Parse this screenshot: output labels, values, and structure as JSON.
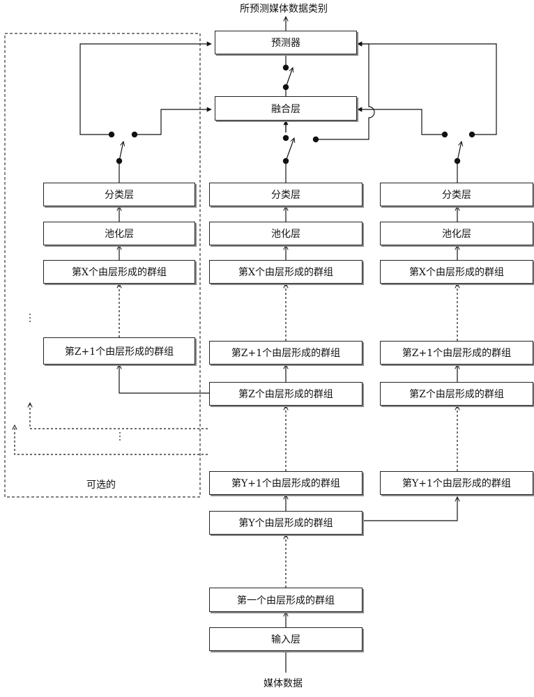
{
  "top_output_label": "所预测媒体数据类别",
  "bottom_input_label": "媒体数据",
  "optional_label": "可选的",
  "center": {
    "predictor": "预测器",
    "fusion": "融合层",
    "classification": "分类层",
    "pooling": "池化层",
    "group_x": "第X个由层形成的群组",
    "group_z1": "第Z+1个由层形成的群组",
    "group_z": "第Z个由层形成的群组",
    "group_y1": "第Y+1个由层形成的群组",
    "group_y": "第Y个由层形成的群组",
    "group_first": "第一个由层形成的群组",
    "input": "输入层"
  },
  "left": {
    "classification": "分类层",
    "pooling": "池化层",
    "group_x": "第X个由层形成的群组",
    "group_z1": "第Z+1个由层形成的群组"
  },
  "right": {
    "classification": "分类层",
    "pooling": "池化层",
    "group_x": "第X个由层形成的群组",
    "group_z1": "第Z+1个由层形成的群组",
    "group_z": "第Z个由层形成的群组",
    "group_y1": "第Y+1个由层形成的群组"
  }
}
